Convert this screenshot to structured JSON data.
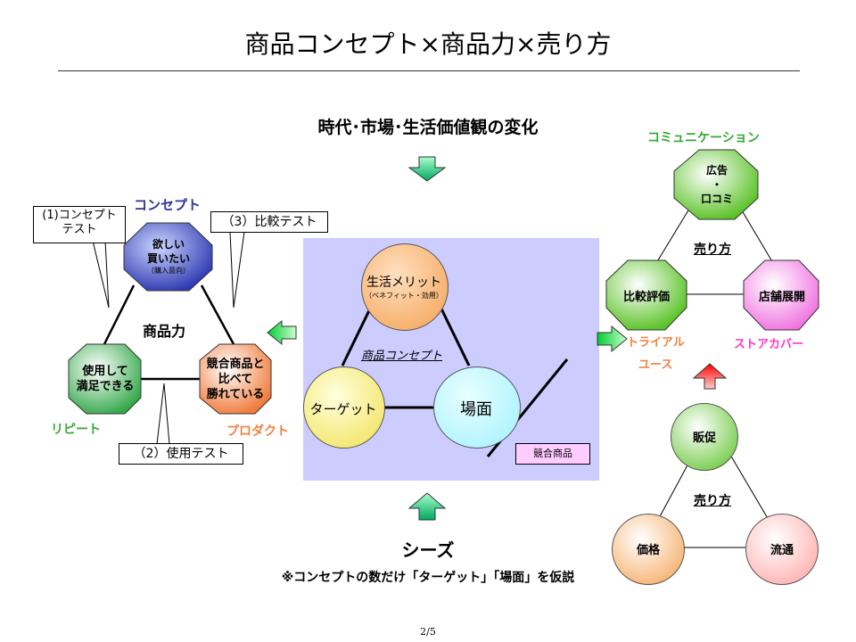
{
  "title": "商品コンセプト×商品力×売り方",
  "top_caption": "時代･市場･生活価値観の変化",
  "concept": {
    "label": "コンセプト",
    "node_lines": [
      "欲しい",
      "買いたい",
      "（購入意向）"
    ],
    "test1_lines": [
      "(1)コンセプト",
      "テスト"
    ],
    "test3": "（3）比較テスト",
    "center": "商品力",
    "left_node_lines": [
      "使用して",
      "満足できる"
    ],
    "right_node_lines": [
      "競合商品と",
      "比べて",
      "勝れている"
    ],
    "repeat": "リピート",
    "product": "プロダクト",
    "test2": "（2）使用テスト"
  },
  "center_panel": {
    "benefit_lines": [
      "生活メリット",
      "（ベネフィット・効用）"
    ],
    "concept_label": "商品コンセプト",
    "target": "ターゲット",
    "scene": "場面",
    "competitor": "競合商品"
  },
  "right": {
    "communication": "コミュニケーション",
    "ad_lines": [
      "広告",
      "・",
      "口コミ"
    ],
    "sell1": "売り方",
    "compare": "比較評価",
    "store": "店舗展開",
    "trial": "トライアル",
    "use": "ユース",
    "store_cover": "ストアカバー",
    "promo": "販促",
    "sell2": "売り方",
    "price": "価格",
    "dist": "流通"
  },
  "bottom": {
    "seeds": "シーズ",
    "note": "※コンセプトの数だけ「ターゲット」「場面」を仮説"
  },
  "page_number": "2/5",
  "colors": {
    "navy": "#333399",
    "green": "#00a651",
    "orange": "#f08040",
    "pink": "#ff33cc",
    "panel": "#ccccff"
  }
}
